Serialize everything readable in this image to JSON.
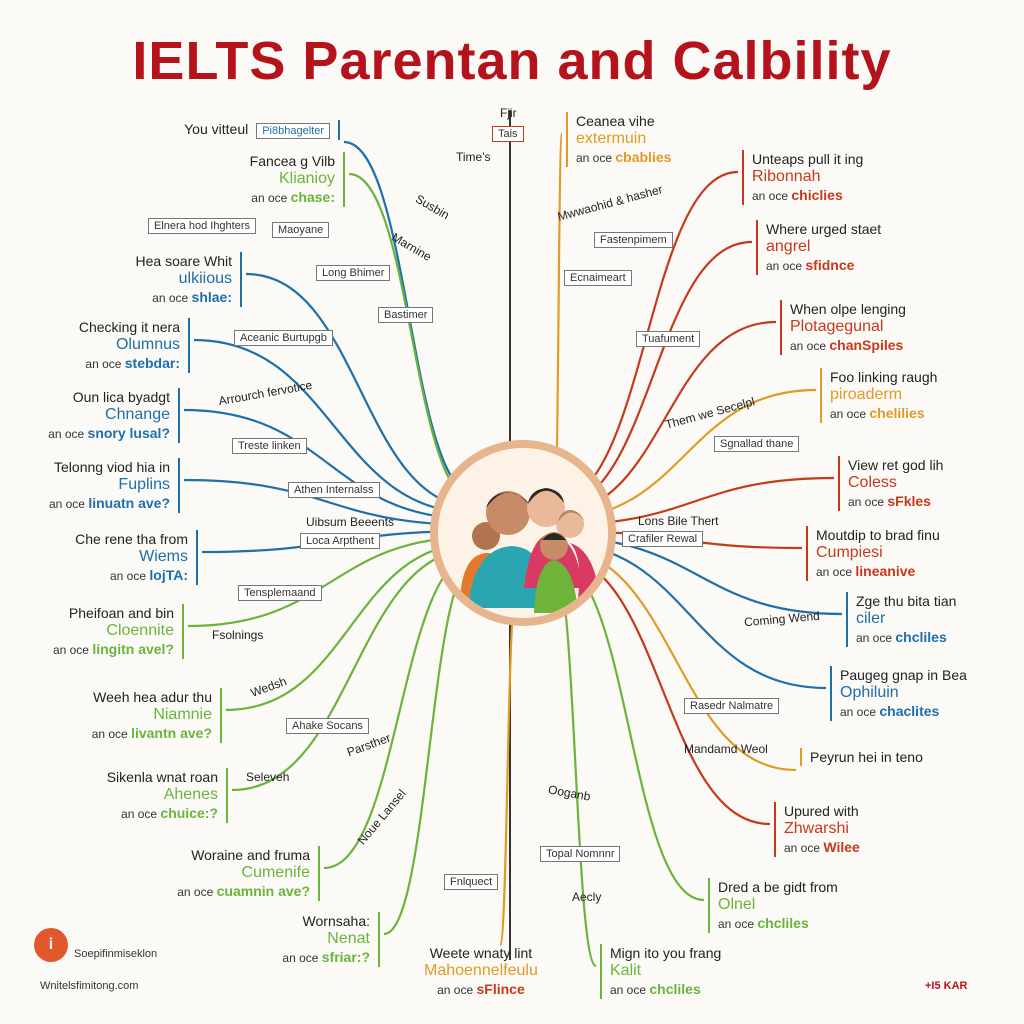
{
  "title": "IELTS Parentan and Calbility",
  "colors": {
    "title": "#b5131c",
    "green": "#6bb43b",
    "blue": "#1f6fa8",
    "orange": "#e19a26",
    "red": "#c43a1c",
    "navy": "#1d3f77"
  },
  "center": {
    "label": "family-illustration"
  },
  "left_nodes": [
    {
      "l1": "You vitteul",
      "box": "Pi8bhagelter",
      "l2": "",
      "l3a": "",
      "l3b": "",
      "color": "#1f6fa8"
    },
    {
      "l1": "Fancea g Vilb",
      "l2": "Klianioy",
      "l3a": "an oce",
      "l3b": "chase:",
      "color": "#6bb43b"
    },
    {
      "l1": "Hea soare Whit",
      "l2": "ulkiious",
      "l3a": "an oce",
      "l3b": "shlae:",
      "color": "#1f6fa8"
    },
    {
      "l1": "Checking it nera",
      "l2": "Olumnus",
      "l3a": "an oce",
      "l3b": "stebdar:",
      "color": "#1f6fa8"
    },
    {
      "l1": "Oun lica byadgt",
      "l2": "Chnange",
      "l3a": "an oce",
      "l3b": "snory lusal?",
      "color": "#1f6fa8"
    },
    {
      "l1": "Telonng viod hia in",
      "l2": "Fuplins",
      "l3a": "an oce",
      "l3b": "linuatn ave?",
      "color": "#1f6fa8"
    },
    {
      "l1": "Che rene tha from",
      "l2": "Wiems",
      "l3a": "an oce",
      "l3b": "lojTA:",
      "color": "#1f6fa8"
    },
    {
      "l1": "Pheifoan and bin",
      "l2": "Cloennite",
      "l3a": "an oce",
      "l3b": "lingitn avel?",
      "color": "#6bb43b"
    },
    {
      "l1": "Weeh hea adur thu",
      "l2": "Niamnie",
      "l3a": "an oce",
      "l3b": "livantn ave?",
      "color": "#6bb43b"
    },
    {
      "l1": "Sikenla wnat roan",
      "l2": "Ahenes",
      "l3a": "an oce",
      "l3b": "chuice:?",
      "color": "#6bb43b"
    },
    {
      "l1": "Woraine and fruma",
      "l2": "Cumenife",
      "l3a": "an oce",
      "l3b": "cuamnin ave?",
      "color": "#6bb43b"
    },
    {
      "l1": "Wornsaha:",
      "l2": "Nenat",
      "l3a": "an oce",
      "l3b": "sfriar:?",
      "color": "#6bb43b"
    }
  ],
  "right_nodes": [
    {
      "l1": "Ceanea vihe",
      "l2": "extermuin",
      "l3a": "an oce",
      "l3b": "cbablies",
      "color": "#e19a26"
    },
    {
      "l1": "Unteaps pull it ing",
      "l2": "Ribonnah",
      "l3a": "an oce",
      "l3b": "chiclies",
      "color": "#c43a1c"
    },
    {
      "l1": "Where urged staet",
      "l2": "angrel",
      "l3a": "an oce",
      "l3b": "sfidnce",
      "color": "#c43a1c"
    },
    {
      "l1": "When olpe lenging",
      "l2": "Plotagegunal",
      "l3a": "an oce",
      "l3b": "chanSpiles",
      "color": "#c43a1c"
    },
    {
      "l1": "Foo linking raugh",
      "l2": "piroaderm",
      "l3a": "an oce",
      "l3b": "chelilies",
      "color": "#e19a26"
    },
    {
      "l1": "View ret god lih",
      "l2": "Coless",
      "l3a": "an oce",
      "l3b": "sFkles",
      "color": "#c43a1c"
    },
    {
      "l1": "Moutdip to brad finu",
      "l2": "Cumpiesi",
      "l3a": "an oce",
      "l3b": "lineanive",
      "color": "#c43a1c"
    },
    {
      "l1": "Zge thu bita tian",
      "l2": "ciler",
      "l3a": "an oce",
      "l3b": "chcliles",
      "color": "#1f6fa8"
    },
    {
      "l1": "Paugeg gnap in Bea",
      "l2": "Ophiluin",
      "l3a": "an oce",
      "l3b": "chaclites",
      "color": "#1f6fa8"
    },
    {
      "l1": "Peyrun hei in teno",
      "l2": "",
      "l3a": "",
      "l3b": "",
      "color": "#e19a26"
    },
    {
      "l1": "Upured with",
      "l2": "Zhwarshi",
      "l3a": "an oce",
      "l3b": "Wilee",
      "color": "#c43a1c"
    },
    {
      "l1": "Dred a be gidt from",
      "l2": "Olnel",
      "l3a": "an oce",
      "l3b": "chcliles",
      "color": "#6bb43b"
    },
    {
      "l1": "Mign ito you frang",
      "l2": "Kalit",
      "l3a": "an oce",
      "l3b": "chcliles",
      "color": "#6bb43b"
    }
  ],
  "bottom_center": {
    "l1": "Weete wnaty lint",
    "l2": "Mahoennelfeulu",
    "l3a": "an oce",
    "l3b": "sFlince"
  },
  "boxes": [
    {
      "t": "Tais"
    },
    {
      "t": "Elnera hod Ihghters"
    },
    {
      "t": "Maoyane"
    },
    {
      "t": "Long Bhimer"
    },
    {
      "t": "Bastimer"
    },
    {
      "t": "Aceanic Burtupgb"
    },
    {
      "t": "Treste linken"
    },
    {
      "t": "Athen Internalss"
    },
    {
      "t": "Loca Arpthent"
    },
    {
      "t": "Tensplemaand"
    },
    {
      "t": "Ahake Socans"
    },
    {
      "t": "Fnlquect"
    },
    {
      "t": "Fastenpimem"
    },
    {
      "t": "Ecnaimeart"
    },
    {
      "t": "Tuafument"
    },
    {
      "t": "Sgnallad thane"
    },
    {
      "t": "Crafiler Rewal"
    },
    {
      "t": "Rasedr Nalmatre"
    },
    {
      "t": "Topal Nomnnr"
    }
  ],
  "labels": [
    {
      "t": "Fjir"
    },
    {
      "t": "Time's"
    },
    {
      "t": "Susbin"
    },
    {
      "t": "Marnine"
    },
    {
      "t": "Arrourch fervotice"
    },
    {
      "t": "Uibsum Beeents"
    },
    {
      "t": "Fsolnings"
    },
    {
      "t": "Wedsh"
    },
    {
      "t": "Parsther"
    },
    {
      "t": "Seleveh"
    },
    {
      "t": "Mwwaohid & hasher"
    },
    {
      "t": "Them we Secelpl"
    },
    {
      "t": "Lons Bile Thert"
    },
    {
      "t": "Coming Wend"
    },
    {
      "t": "Mandamd Weol"
    },
    {
      "t": "Ooganb"
    },
    {
      "t": "Aecly"
    },
    {
      "t": "Noue Lansel"
    }
  ],
  "footer": {
    "icon": "i",
    "brand": "Soepifinmiseklon",
    "url": "Wnitelsfimitong.com",
    "code": "+I5 KAR"
  }
}
